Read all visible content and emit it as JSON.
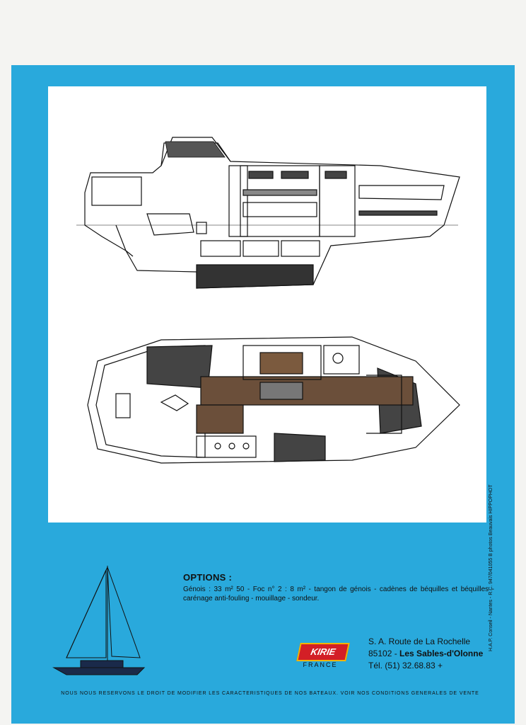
{
  "options": {
    "title": "OPTIONS :",
    "text": "Génois : 33 m² 50 - Foc n° 2 : 8 m² - tangon de génois - cadènes de béquilles et béquilles - carénage anti-fouling - mouillage - sondeur."
  },
  "brand": {
    "logo_text": "KIRIE",
    "logo_sub": "FRANCE",
    "colors": {
      "background": "#29a9dc",
      "logo_red": "#d31f26",
      "logo_yellow": "#f2b400"
    }
  },
  "address": {
    "line1": "S. A. Route de La Rochelle",
    "postcode": "85102 -",
    "city": "Les Sables-d'Olonne",
    "phone": "Tél. (51) 32.68.83 +"
  },
  "disclaimer": "NOUS NOUS RESERVONS LE DROIT DE MODIFIER LES CARACTERISTIQUES DE NOS BATEAUX. VOIR NOS CONDITIONS GENERALES DE VENTE",
  "credit": "H.A.P. Conseil - Nantes - R.C. 947/041055 B   photos Beauvais HIPPOPHOT"
}
